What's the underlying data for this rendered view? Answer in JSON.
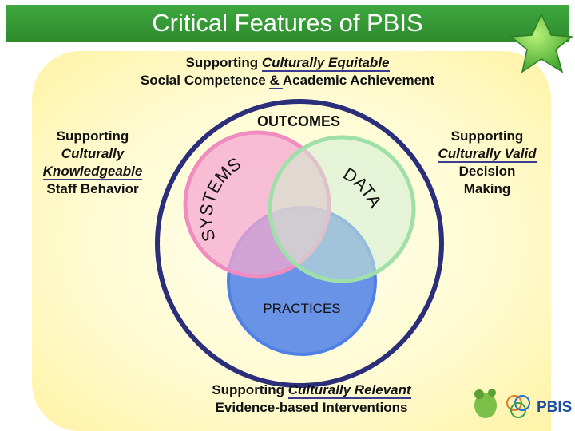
{
  "title": "Critical Features of PBIS",
  "top_caption": {
    "line1_prefix": "Supporting ",
    "line1_emph": "Culturally Equitable",
    "line2_a": "Social Competence ",
    "line2_b": "& ",
    "line2_c": "Academic Achievement"
  },
  "left_caption": {
    "l1": "Supporting",
    "l2": "Culturally",
    "l3": "Knowledgeable",
    "l4": "Staff Behavior"
  },
  "right_caption": {
    "l1": "Supporting",
    "l2": "Culturally Valid",
    "l3": "Decision",
    "l4": "Making"
  },
  "bottom_caption": {
    "line1_prefix": "Supporting ",
    "line1_emph": "Culturally Relevant",
    "line2": "Evidence-based Interventions"
  },
  "diagram": {
    "outcomes": "OUTCOMES",
    "systems": "SYSTEMS",
    "data": "DATA",
    "practices": "PRACTICES"
  },
  "logo": "PBIS",
  "colors": {
    "title_bar": "#2e8b2e",
    "outer_ring": "#2b2f7a",
    "systems_circle": "#f08cc0",
    "data_circle": "#9ee0a8",
    "practices_circle": "#4f80e6"
  }
}
